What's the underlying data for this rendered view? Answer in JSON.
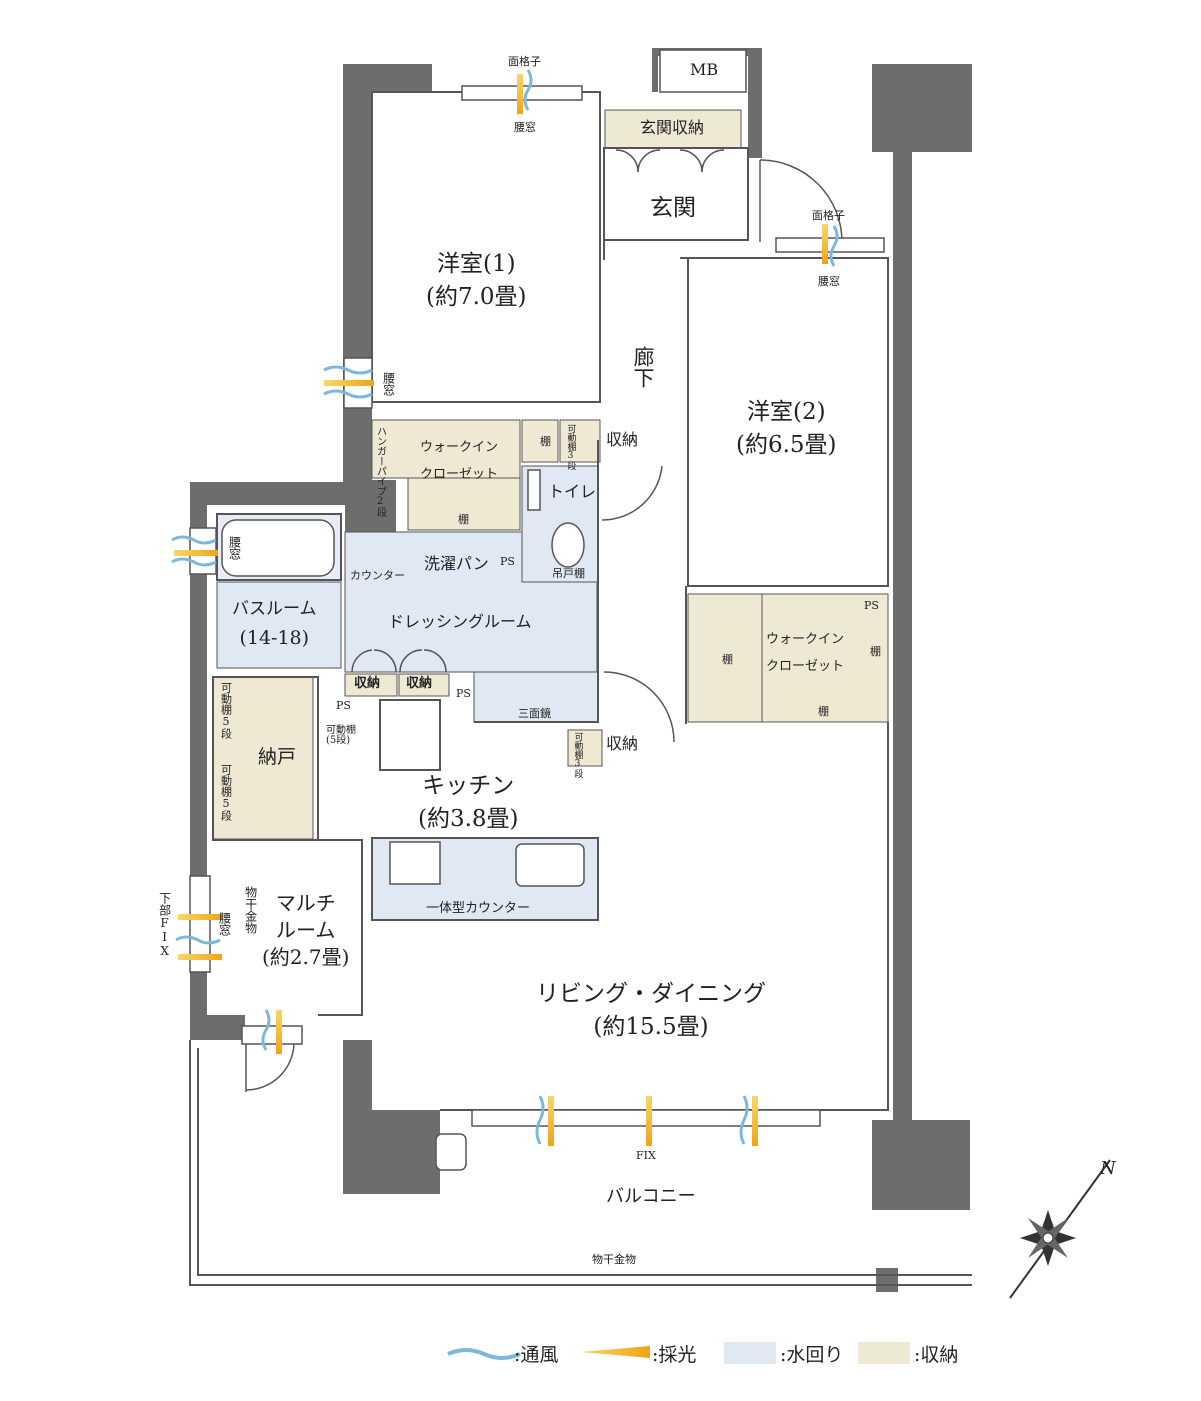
{
  "rooms": {
    "western1": {
      "name": "洋室(1)",
      "size": "(約7.0畳)"
    },
    "western2": {
      "name": "洋室(2)",
      "size": "(約6.5畳)"
    },
    "entrance": "玄関",
    "entrance_storage": "玄関収納",
    "mb": "MB",
    "corridor": "廊下",
    "wic1": {
      "line1": "ウォークイン",
      "line2": "クローゼット",
      "hanger": "ハンガーパイプ2段",
      "shelf_right": "棚",
      "shelf_bottom": "棚"
    },
    "adjustable_shelf_3": "可動棚3段",
    "storage": "収納",
    "toilet": "トイレ",
    "toilet_shelf": "吊戸棚",
    "bath": {
      "name": "バスルーム",
      "size": "(14-18)"
    },
    "washer": "洗濯パン",
    "counter": "カウンター",
    "dressing": "ドレッシングルーム",
    "dressing_storage_a": "収納",
    "dressing_storage_b": "収納",
    "mirror": "三面鏡",
    "ps": "PS",
    "wic2": {
      "line1": "ウォークイン",
      "line2": "クローゼット",
      "shelf_left": "棚",
      "shelf_right": "棚",
      "shelf_bottom": "棚"
    },
    "closet_nando": "納戸",
    "adjustable_shelf_5": "可動棚5段",
    "adjustable_shelf_5_paren": "可動棚(5段)",
    "kitchen": {
      "name": "キッチン",
      "size": "(約3.8畳)"
    },
    "counter_integrated": "一体型カウンター",
    "multi": {
      "line1": "マルチ",
      "line2": "ルーム",
      "size": "(約2.7畳)"
    },
    "drying_hardware": "物干金物",
    "living": {
      "name": "リビング・ダイニング",
      "size": "(約15.5畳)"
    },
    "balcony": "バルコニー",
    "balcony_hardware": "物干金物",
    "fix": "FIX"
  },
  "windows": {
    "lattice": "面格子",
    "waist_window": "腰窓",
    "lower_fix": "下部FIX"
  },
  "compass": {
    "north": "N"
  },
  "legend": [
    {
      "label": ":通風",
      "color": "#7bb8dc"
    },
    {
      "label": ":採光",
      "color": "#f3b52b"
    },
    {
      "label": ":水回り",
      "color": "#dfe8f3"
    },
    {
      "label": ":収納",
      "color": "#efe9d3"
    }
  ],
  "colors": {
    "wall": "#6d6d6d",
    "water": "#dfe8f3",
    "storage": "#efe9d3",
    "line": "#555555"
  }
}
